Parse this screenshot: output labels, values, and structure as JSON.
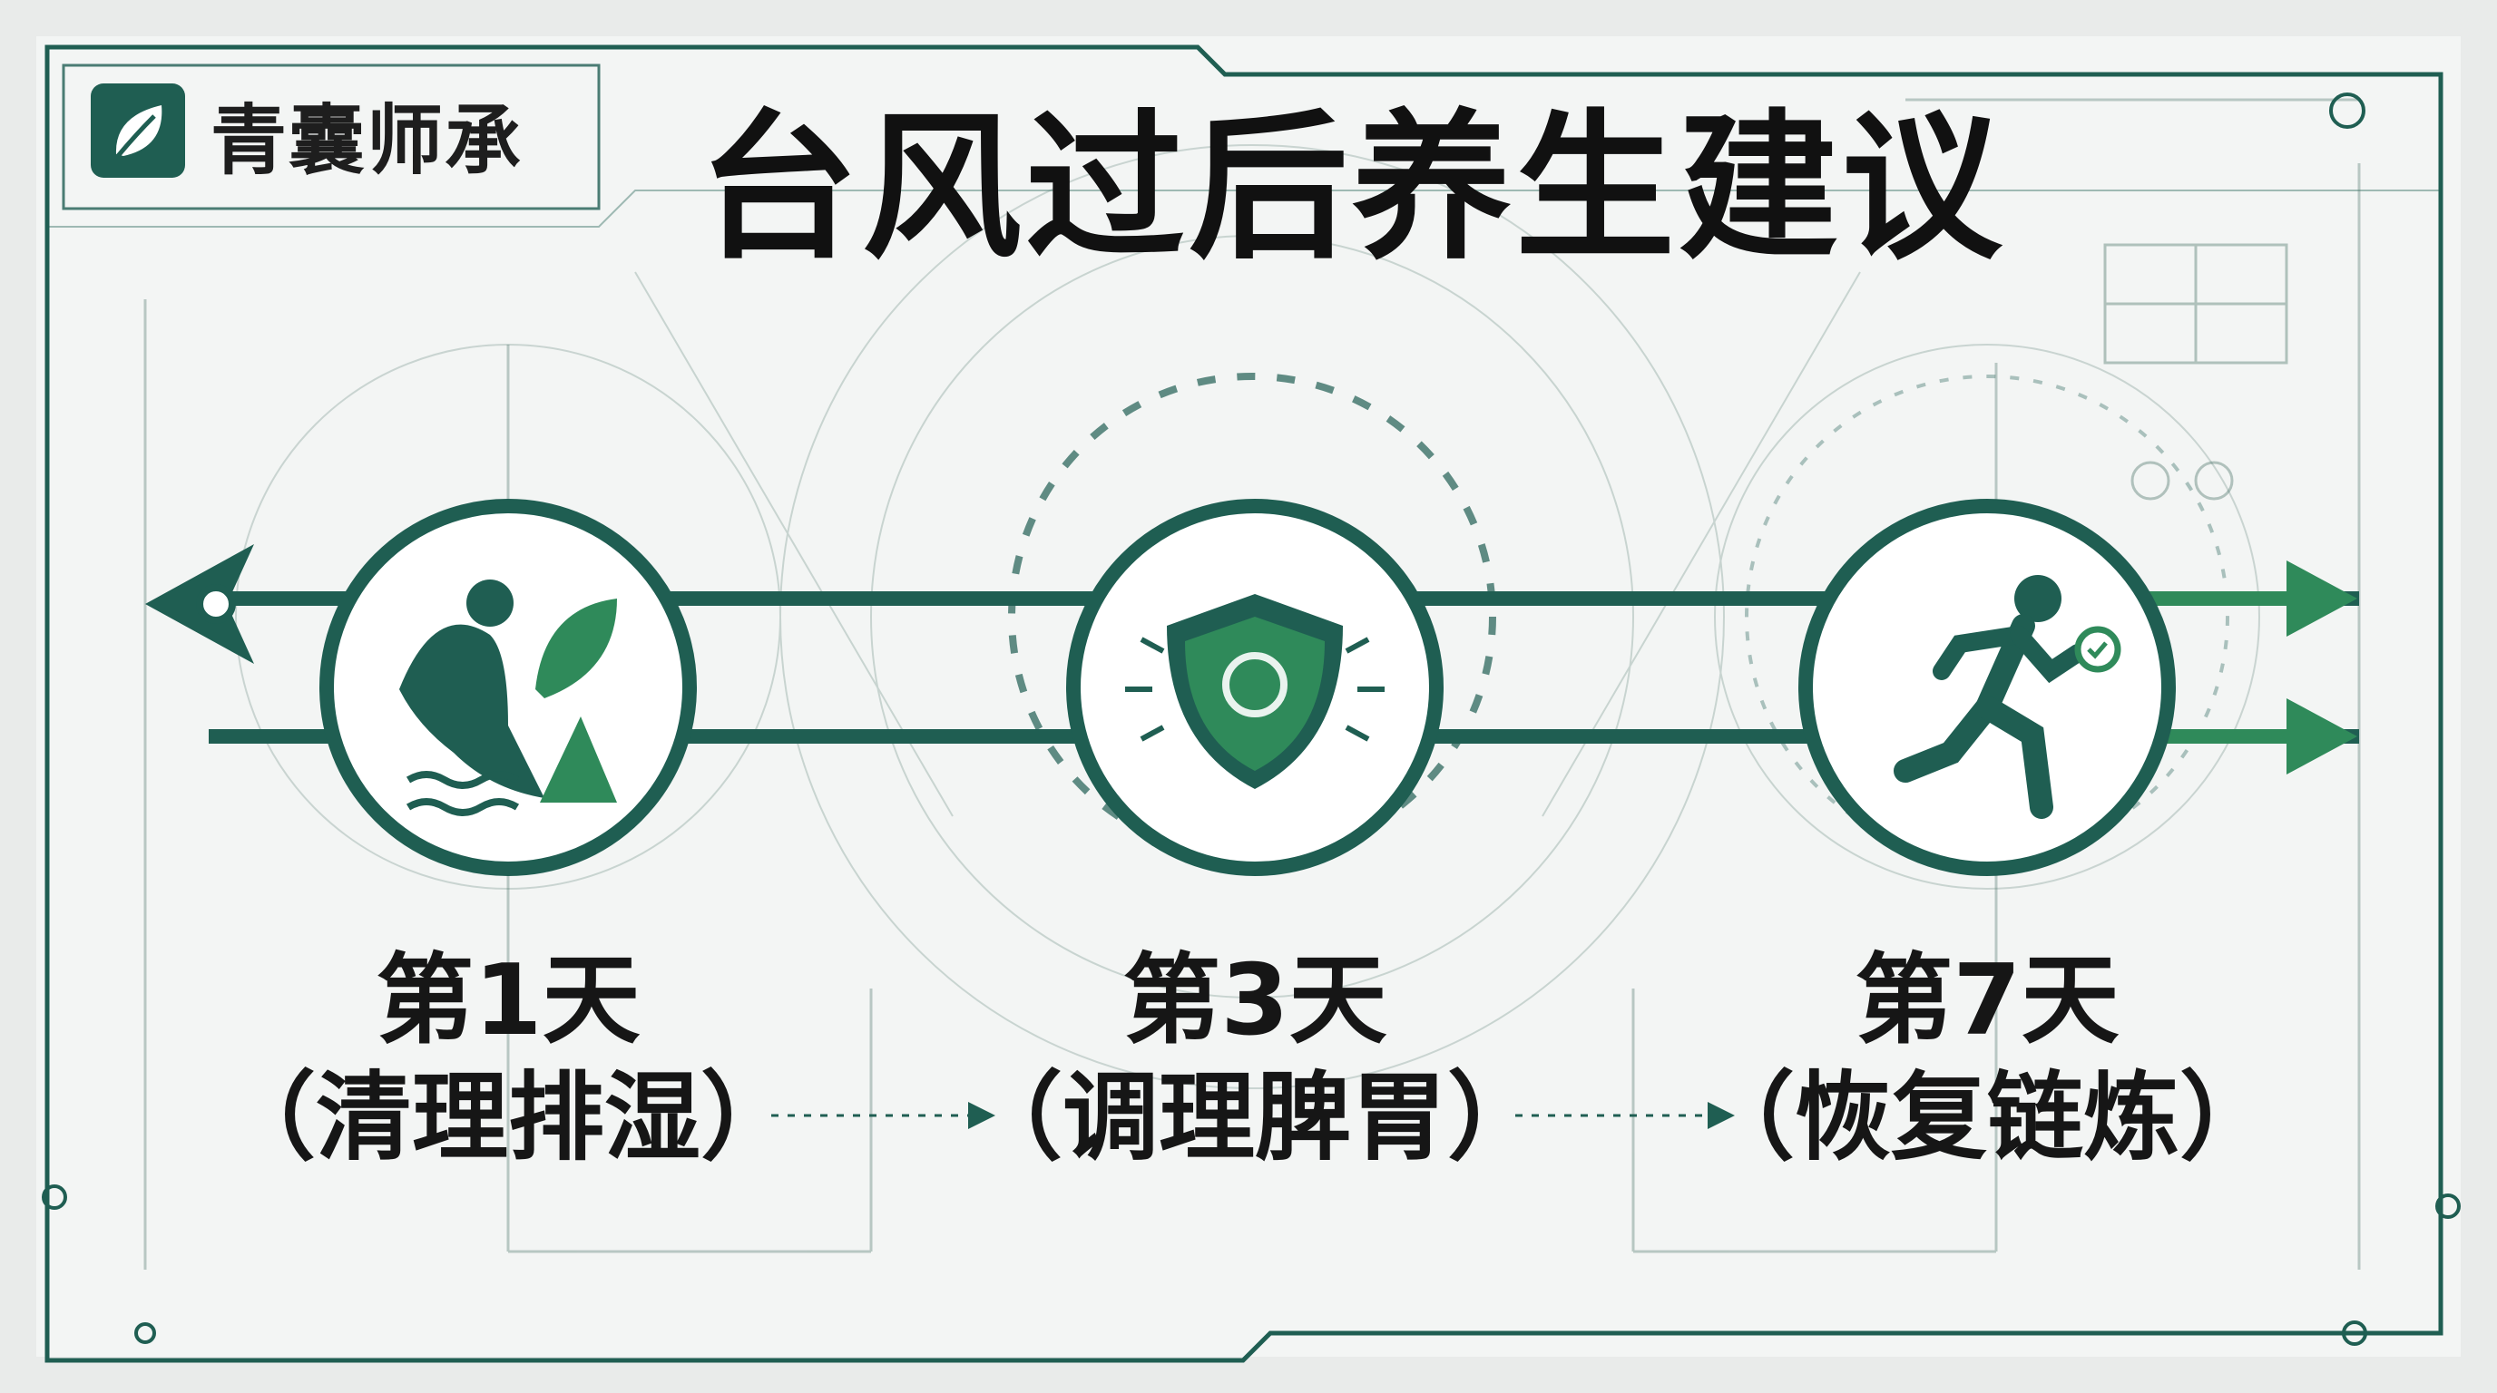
{
  "brand": {
    "name": "青囊师承",
    "icon": "leaf-icon"
  },
  "title": "台风过后养生建议",
  "colors": {
    "primary": "#1f5e52",
    "accent": "#2f8a5a",
    "text": "#161616"
  },
  "stages": [
    {
      "day": "第1天",
      "desc": "（清理排湿）",
      "icon": "water-plant-icon"
    },
    {
      "day": "第3天",
      "desc": "（调理脾胃）",
      "icon": "shield-icon"
    },
    {
      "day": "第7天",
      "desc": "（恢复链炼）",
      "icon": "running-person-icon"
    }
  ]
}
